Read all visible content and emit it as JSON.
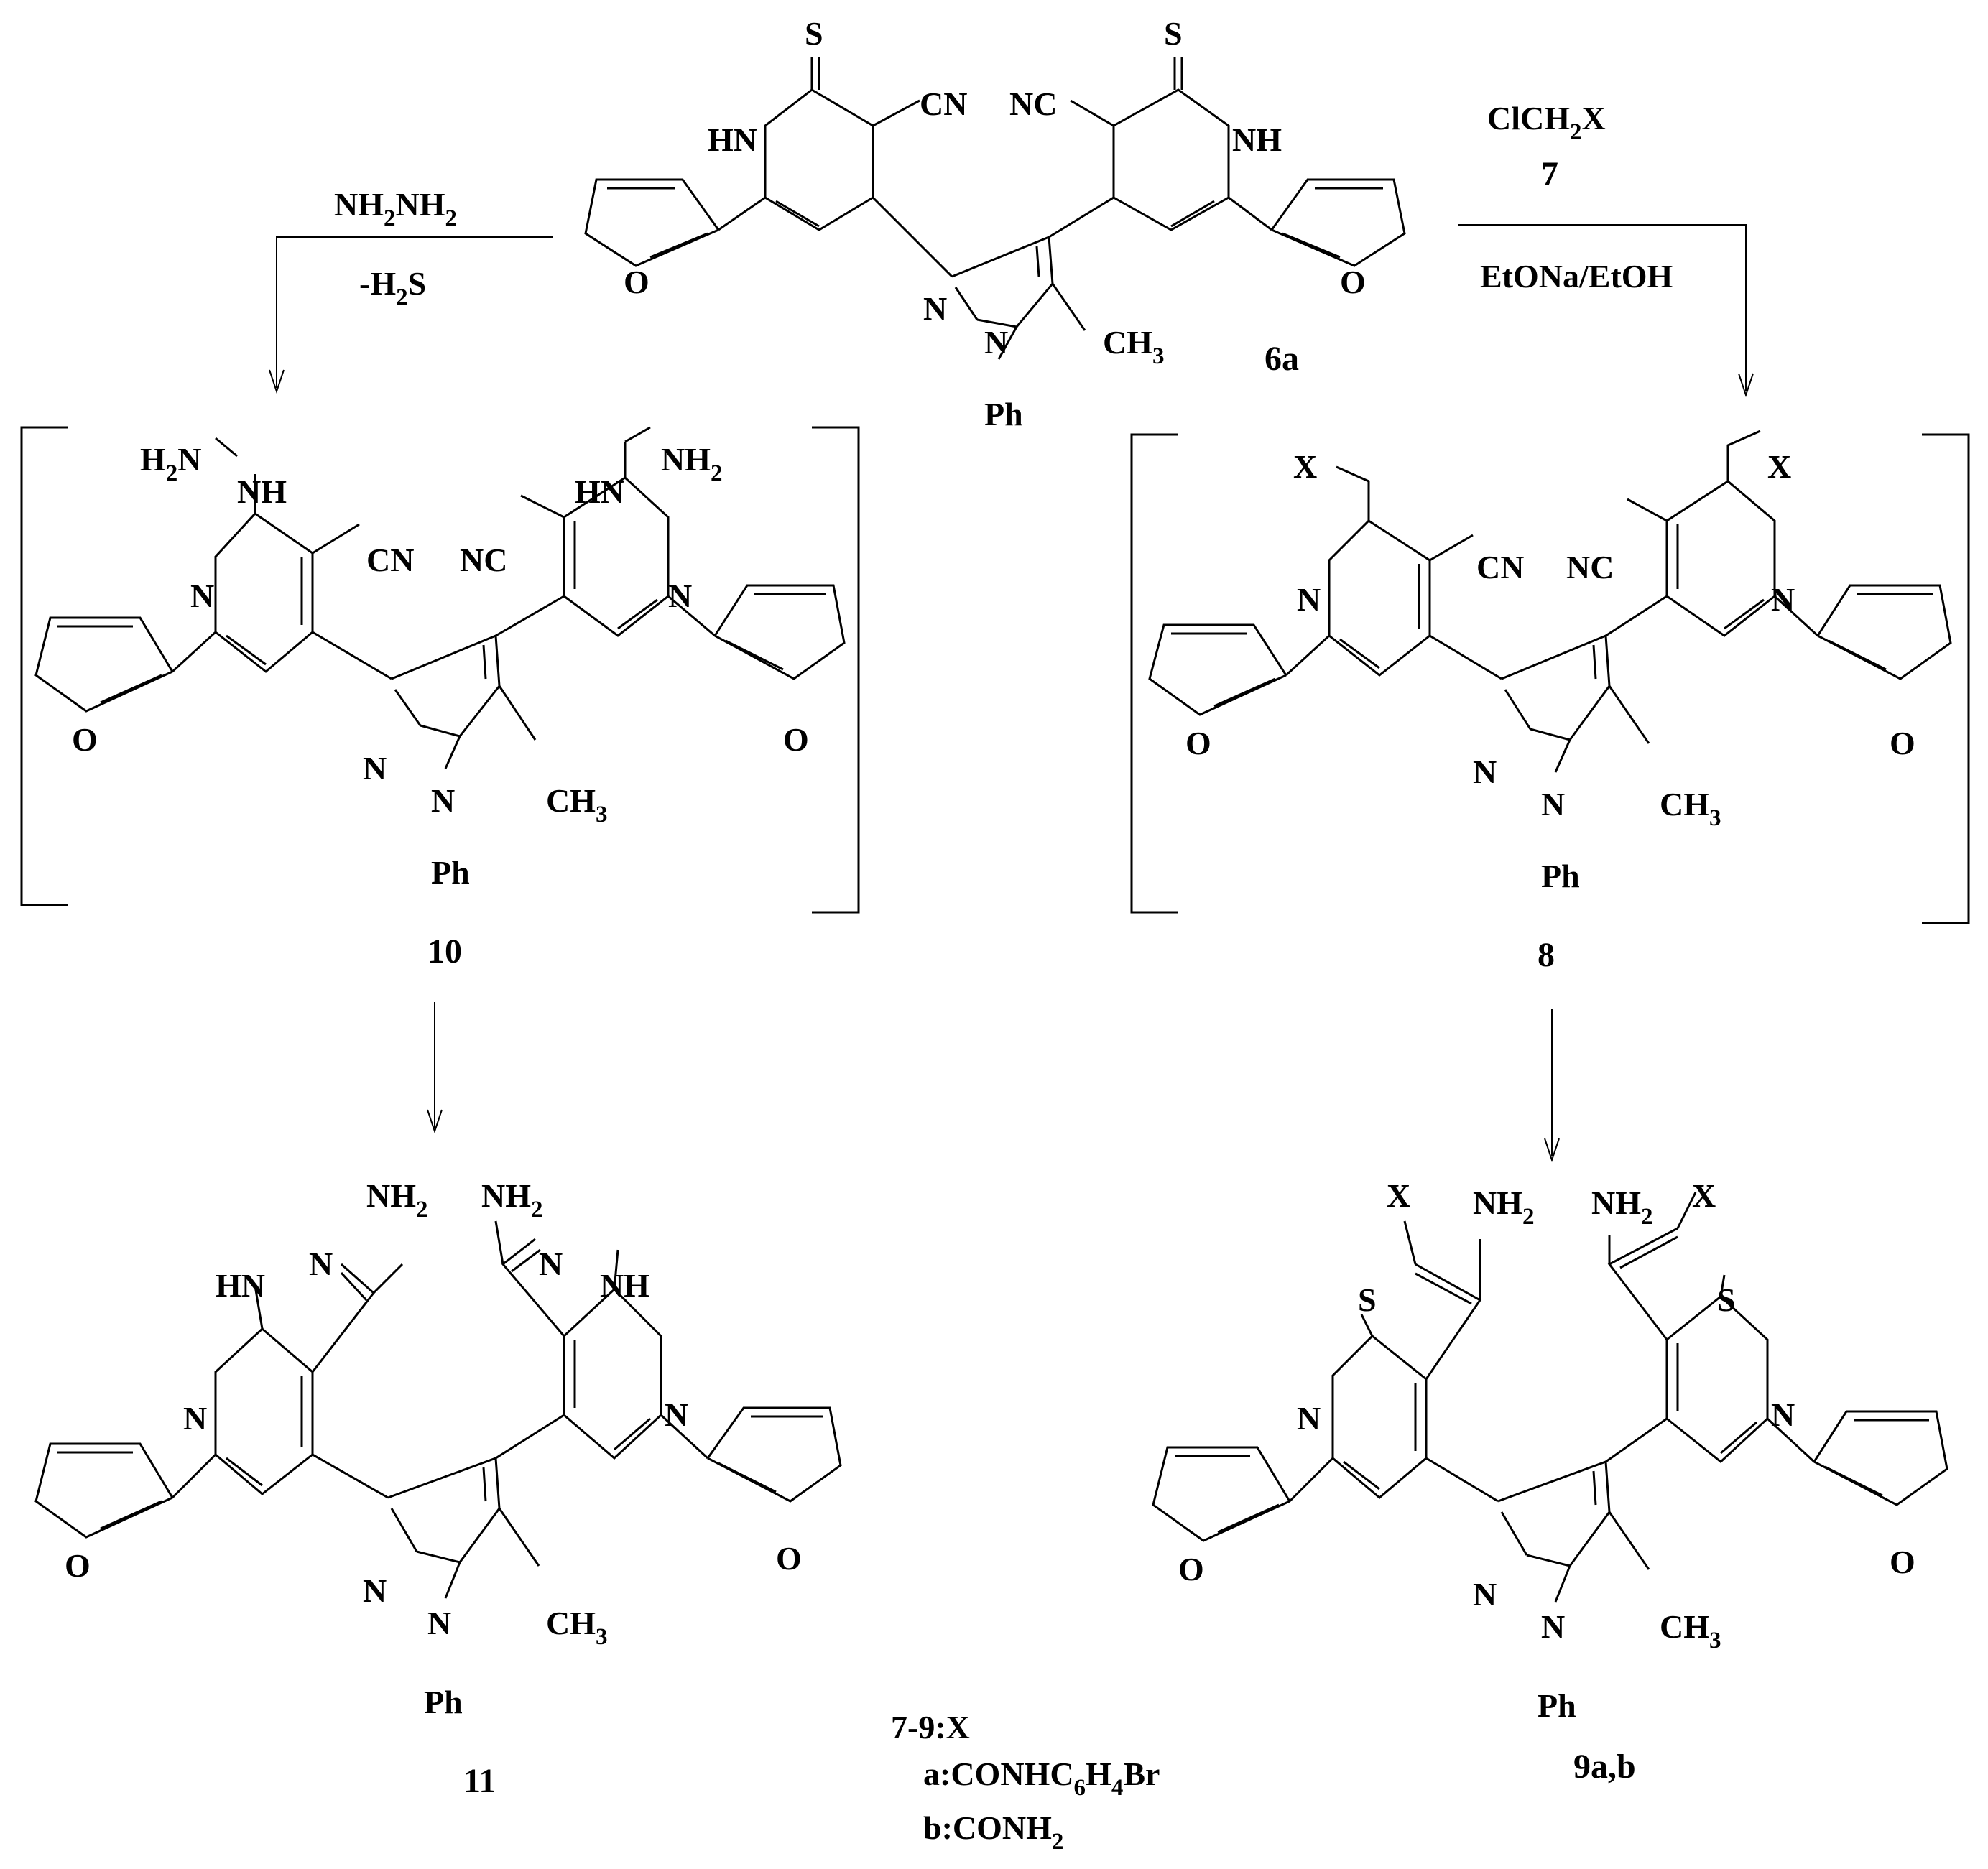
{
  "compounds": {
    "c6a": {
      "label": "6a",
      "thione_left": "S",
      "thione_right": "S",
      "nh_left": "HN",
      "nh_right": "NH",
      "cn_left": "CN",
      "cn_right": "NC",
      "furan_o_left": "O",
      "furan_o_right": "O",
      "pyrazole_n1": "N",
      "pyrazole_n2": "N",
      "methyl": "CH",
      "methyl_sub": "3",
      "phenyl": "Ph"
    },
    "c10": {
      "label": "10",
      "hydrazine_left_a": "H",
      "hydrazine_left_sub": "2",
      "hydrazine_left_b": "N",
      "hydrazine_left_nh": "NH",
      "hydrazine_right_nh": "HN",
      "hydrazine_right_a": "NH",
      "hydrazine_right_sub": "2",
      "cn_left": "CN",
      "cn_right": "NC",
      "py_n_left": "N",
      "py_n_right": "N",
      "furan_o_left": "O",
      "furan_o_right": "O",
      "pyrazole_n1": "N",
      "pyrazole_n2": "N",
      "methyl": "CH",
      "methyl_sub": "3",
      "phenyl": "Ph"
    },
    "c8": {
      "label": "8",
      "x_left": "X",
      "x_right": "X",
      "cn_left": "CN",
      "cn_right": "NC",
      "py_n_left": "N",
      "py_n_right": "N",
      "furan_o_left": "O",
      "furan_o_right": "O",
      "pyrazole_n1": "N",
      "pyrazole_n2": "N",
      "methyl": "CH",
      "methyl_sub": "3",
      "phenyl": "Ph"
    },
    "c11": {
      "label": "11",
      "nh2_left": "NH",
      "nh2_left_sub": "2",
      "nh2_right": "NH",
      "nh2_right_sub": "2",
      "hn_left": "HN",
      "n_left": "N",
      "n_right": "N",
      "nh_right": "NH",
      "py_n_left": "N",
      "py_n_right": "N",
      "furan_o_left": "O",
      "furan_o_right": "O",
      "pyrazole_n1": "N",
      "pyrazole_n2": "N",
      "methyl": "CH",
      "methyl_sub": "3",
      "phenyl": "Ph"
    },
    "c9": {
      "label": "9a,b",
      "x_left": "X",
      "x_right": "X",
      "nh2_left": "NH",
      "nh2_left_sub": "2",
      "nh2_right": "NH",
      "nh2_right_sub": "2",
      "s_left": "S",
      "s_right": "S",
      "py_n_left": "N",
      "py_n_right": "N",
      "furan_o_left": "O",
      "furan_o_right": "O",
      "pyrazole_n1": "N",
      "pyrazole_n2": "N",
      "methyl": "CH",
      "methyl_sub": "3",
      "phenyl": "Ph"
    }
  },
  "reagents": {
    "hydrazine_a": "NH",
    "hydrazine_sub1": "2",
    "hydrazine_b": "NH",
    "hydrazine_sub2": "2",
    "loss_a": "-H",
    "loss_sub": "2",
    "loss_b": "S",
    "alkyl_a": "ClCH",
    "alkyl_sub": "2",
    "alkyl_b": "X",
    "alkyl_number": "7",
    "base": "EtONa/EtOH"
  },
  "legend": {
    "title": "7-9:X",
    "a_prefix": "a:CONHC",
    "a_sub1": "6",
    "a_mid": "H",
    "a_sub2": "4",
    "a_suffix": "Br",
    "b_prefix": "b:CONH",
    "b_sub": "2"
  }
}
